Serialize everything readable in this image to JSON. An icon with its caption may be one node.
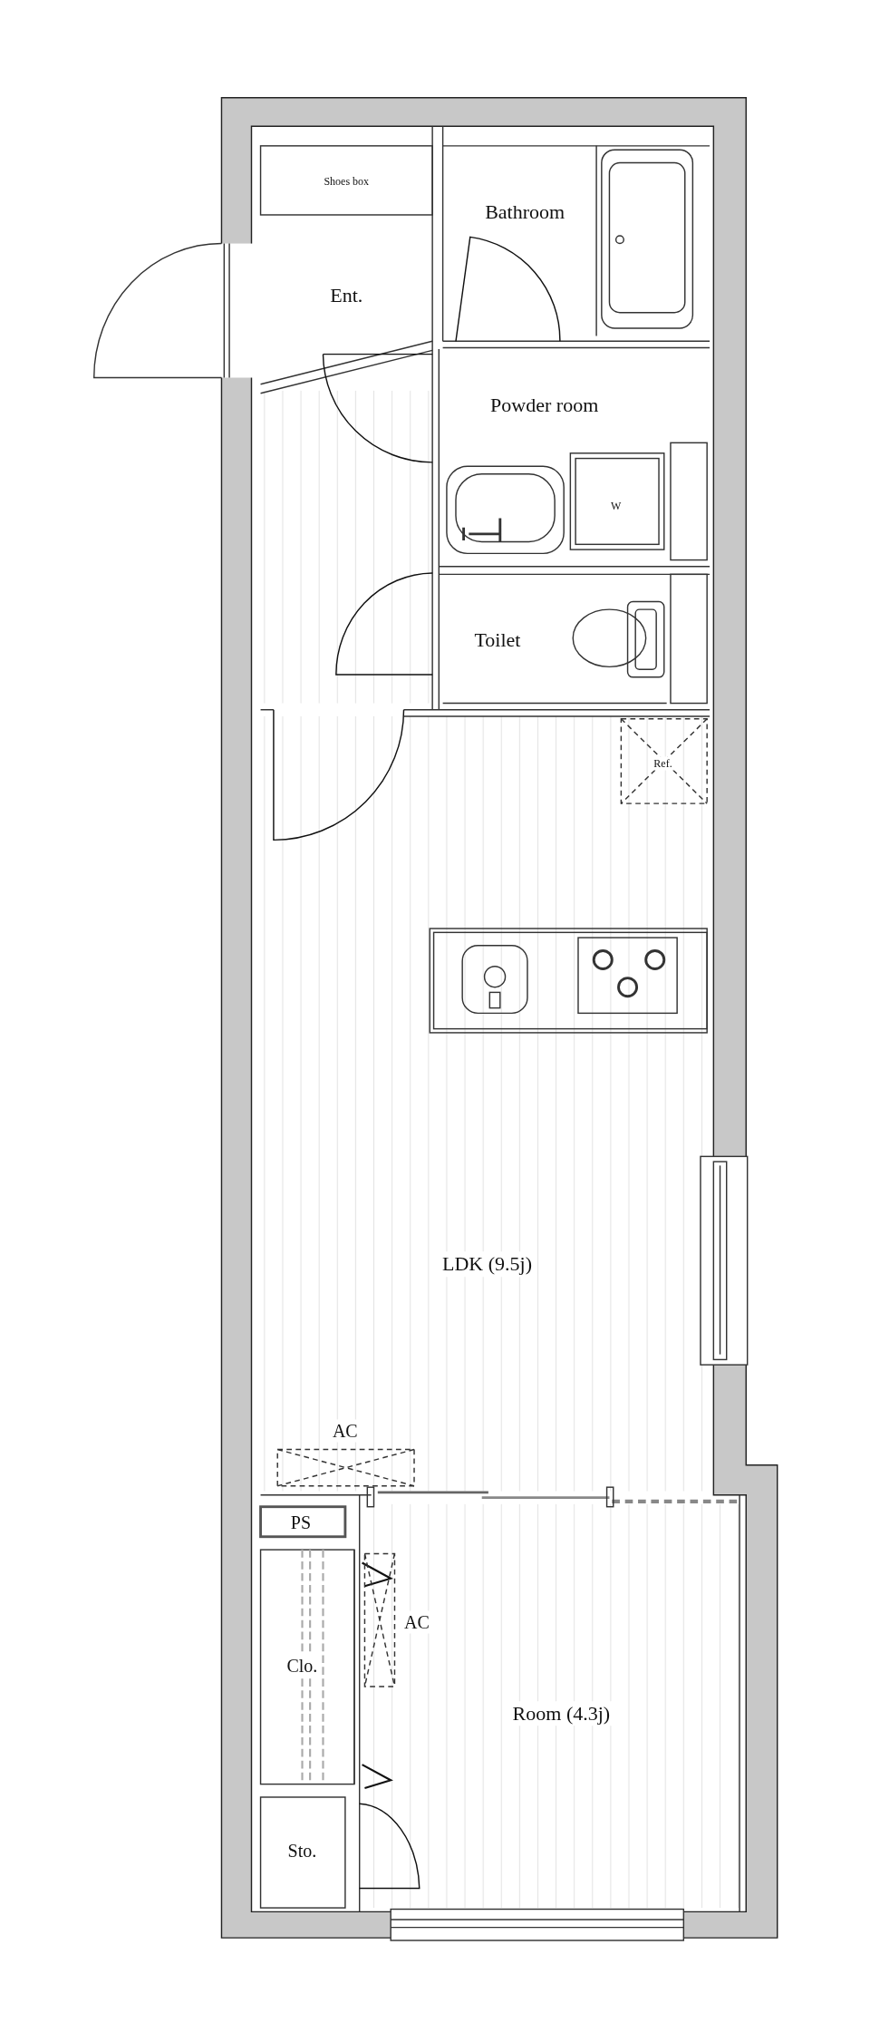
{
  "diagram": {
    "labels": [
      "Shoes box",
      "Bathroom",
      "Ent.",
      "Powder room",
      "W",
      "Toilet",
      "Ref.",
      "LDK (9.5j)",
      "AC",
      "PS",
      "AC",
      "Clo.",
      "Room (4.3j)",
      "Sto."
    ]
  }
}
